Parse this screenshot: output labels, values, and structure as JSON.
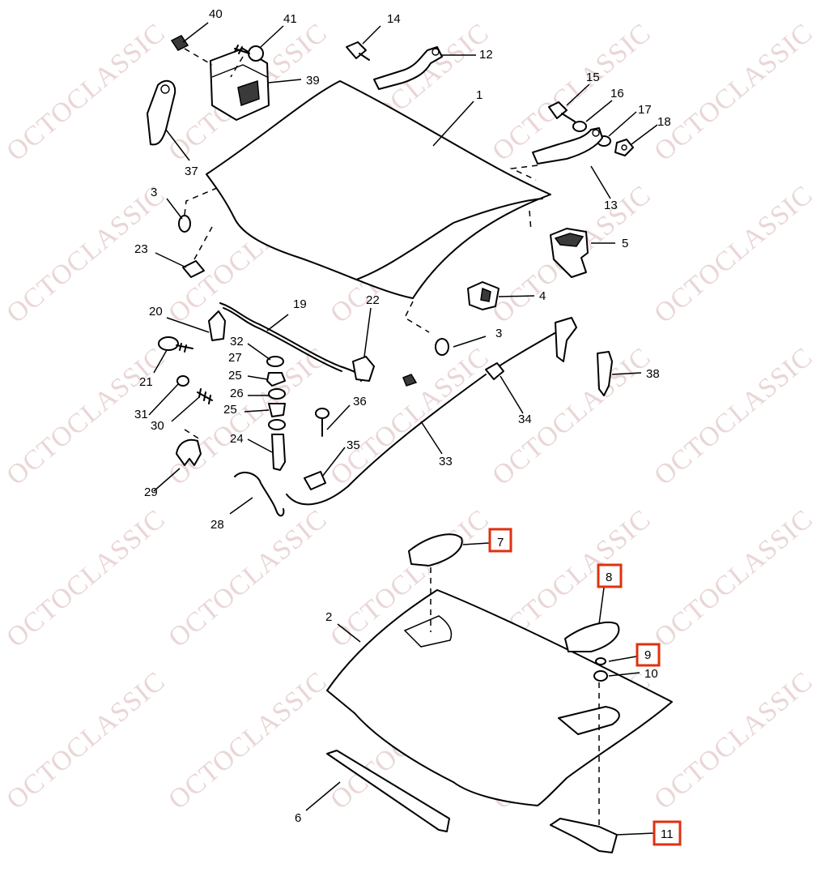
{
  "watermark": {
    "text": "OCTOCLASSIC"
  },
  "highlight_color": "#e03010",
  "callouts": {
    "n1": "1",
    "n2": "2",
    "n3a": "3",
    "n3b": "3",
    "n4": "4",
    "n5": "5",
    "n6": "6",
    "n7": "7",
    "n8": "8",
    "n9": "9",
    "n10": "10",
    "n11": "11",
    "n12": "12",
    "n13": "13",
    "n14": "14",
    "n15": "15",
    "n16": "16",
    "n17": "17",
    "n18": "18",
    "n19": "19",
    "n20": "20",
    "n21": "21",
    "n22": "22",
    "n23": "23",
    "n24": "24",
    "n25a": "25",
    "n25b": "25",
    "n26": "26",
    "n27": "27",
    "n28": "28",
    "n29": "29",
    "n30": "30",
    "n31": "31",
    "n32": "32",
    "n33": "33",
    "n34": "34",
    "n35": "35",
    "n36": "36",
    "n37": "37",
    "n38": "38",
    "n39": "39",
    "n40": "40",
    "n41": "41"
  },
  "highlighted_callouts": [
    "7",
    "8",
    "9",
    "11"
  ]
}
